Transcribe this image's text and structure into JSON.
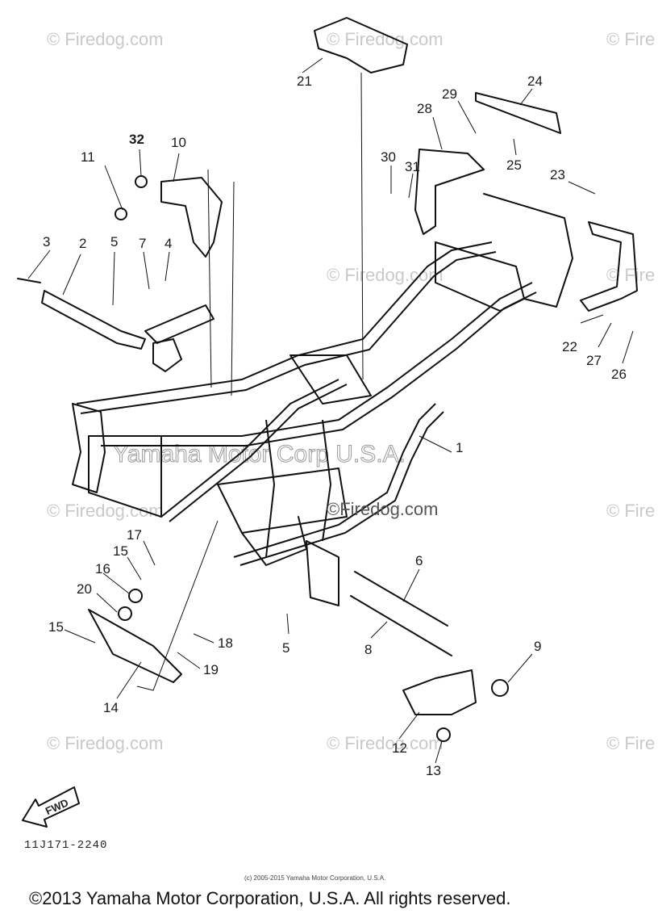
{
  "callouts": [
    {
      "id": "1",
      "label": "1"
    },
    {
      "id": "2",
      "label": "2"
    },
    {
      "id": "3",
      "label": "3"
    },
    {
      "id": "4",
      "label": "4"
    },
    {
      "id": "5a",
      "label": "5"
    },
    {
      "id": "5b",
      "label": "5"
    },
    {
      "id": "6",
      "label": "6"
    },
    {
      "id": "7",
      "label": "7"
    },
    {
      "id": "8",
      "label": "8"
    },
    {
      "id": "9",
      "label": "9"
    },
    {
      "id": "10",
      "label": "10"
    },
    {
      "id": "11",
      "label": "11"
    },
    {
      "id": "12",
      "label": "12"
    },
    {
      "id": "13",
      "label": "13"
    },
    {
      "id": "14",
      "label": "14"
    },
    {
      "id": "15a",
      "label": "15"
    },
    {
      "id": "15b",
      "label": "15"
    },
    {
      "id": "16",
      "label": "16"
    },
    {
      "id": "17",
      "label": "17"
    },
    {
      "id": "18",
      "label": "18"
    },
    {
      "id": "19",
      "label": "19"
    },
    {
      "id": "20",
      "label": "20"
    },
    {
      "id": "21",
      "label": "21"
    },
    {
      "id": "22",
      "label": "22"
    },
    {
      "id": "23",
      "label": "23"
    },
    {
      "id": "24",
      "label": "24"
    },
    {
      "id": "25",
      "label": "25"
    },
    {
      "id": "26",
      "label": "26"
    },
    {
      "id": "27",
      "label": "27"
    },
    {
      "id": "28",
      "label": "28"
    },
    {
      "id": "29",
      "label": "29"
    },
    {
      "id": "30",
      "label": "30"
    },
    {
      "id": "31",
      "label": "31"
    },
    {
      "id": "32",
      "label": "32"
    }
  ],
  "watermark": {
    "text": "© Firedog.com",
    "text_short": "© Fire",
    "center_text": "©Firedog.com",
    "ghost_text": "Yamaha Motor Corp U.S.A."
  },
  "fwd_label": "FWD",
  "diagram_code": "11J171-2240",
  "small_copyright": "(c) 2005-2015 Yamaha Motor Corporation, U.S.A.",
  "copyright": "©2013 Yamaha Motor Corporation, U.S.A. All rights reserved.",
  "colors": {
    "ink": "#111111",
    "watermark": "#c9c9c9",
    "background": "#ffffff"
  }
}
